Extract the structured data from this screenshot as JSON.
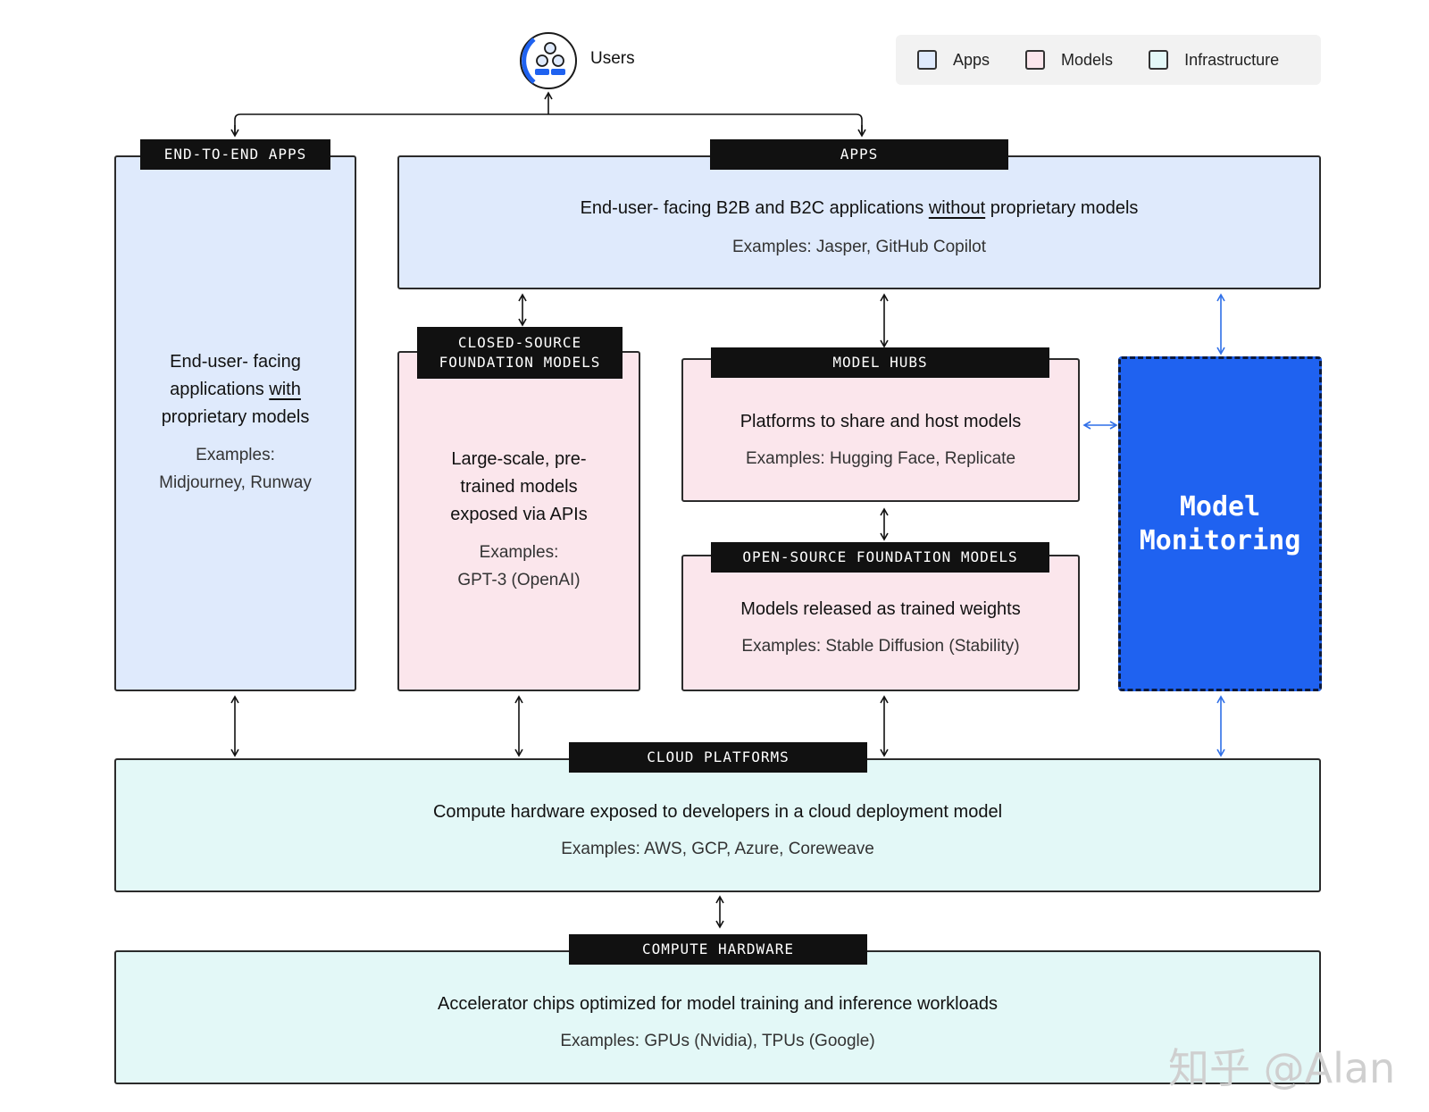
{
  "users": {
    "label": "Users"
  },
  "legend": [
    {
      "label": "Apps",
      "color": "#dfeafc"
    },
    {
      "label": "Models",
      "color": "#fbe6ec"
    },
    {
      "label": "Infrastructure",
      "color": "#e3f8f7"
    }
  ],
  "end_to_end_apps": {
    "tag": "END-TO-END APPS",
    "desc_pre": "End-user- facing applications ",
    "desc_u": "with",
    "desc_post": " proprietary models",
    "examples_label": "Examples:",
    "examples": "Midjourney, Runway"
  },
  "apps": {
    "tag": "APPS",
    "desc_pre": "End-user- facing B2B and B2C applications ",
    "desc_u": "without",
    "desc_post": " proprietary models",
    "examples": "Examples: Jasper, GitHub Copilot"
  },
  "closed_source": {
    "tag_line1": "CLOSED-SOURCE",
    "tag_line2": "FOUNDATION MODELS",
    "desc": "Large-scale, pre-trained models exposed via APIs",
    "examples_label": "Examples:",
    "examples": "GPT-3 (OpenAI)"
  },
  "model_hubs": {
    "tag": "MODEL HUBS",
    "desc": "Platforms to share and host models",
    "examples": "Examples: Hugging Face, Replicate"
  },
  "open_source": {
    "tag": "OPEN-SOURCE FOUNDATION MODELS",
    "desc": "Models released as trained weights",
    "examples": "Examples: Stable Diffusion (Stability)"
  },
  "model_monitoring": {
    "line1": "Model",
    "line2": "Monitoring",
    "color": "#1f62f0"
  },
  "cloud_platforms": {
    "tag": "CLOUD PLATFORMS",
    "desc": "Compute hardware exposed to developers in a cloud deployment model",
    "examples": "Examples: AWS, GCP, Azure, Coreweave"
  },
  "compute_hardware": {
    "tag": "COMPUTE HARDWARE",
    "desc": "Accelerator chips optimized for model training and inference workloads",
    "examples": "Examples: GPUs (Nvidia), TPUs (Google)"
  },
  "watermark": "知乎 @Alan"
}
